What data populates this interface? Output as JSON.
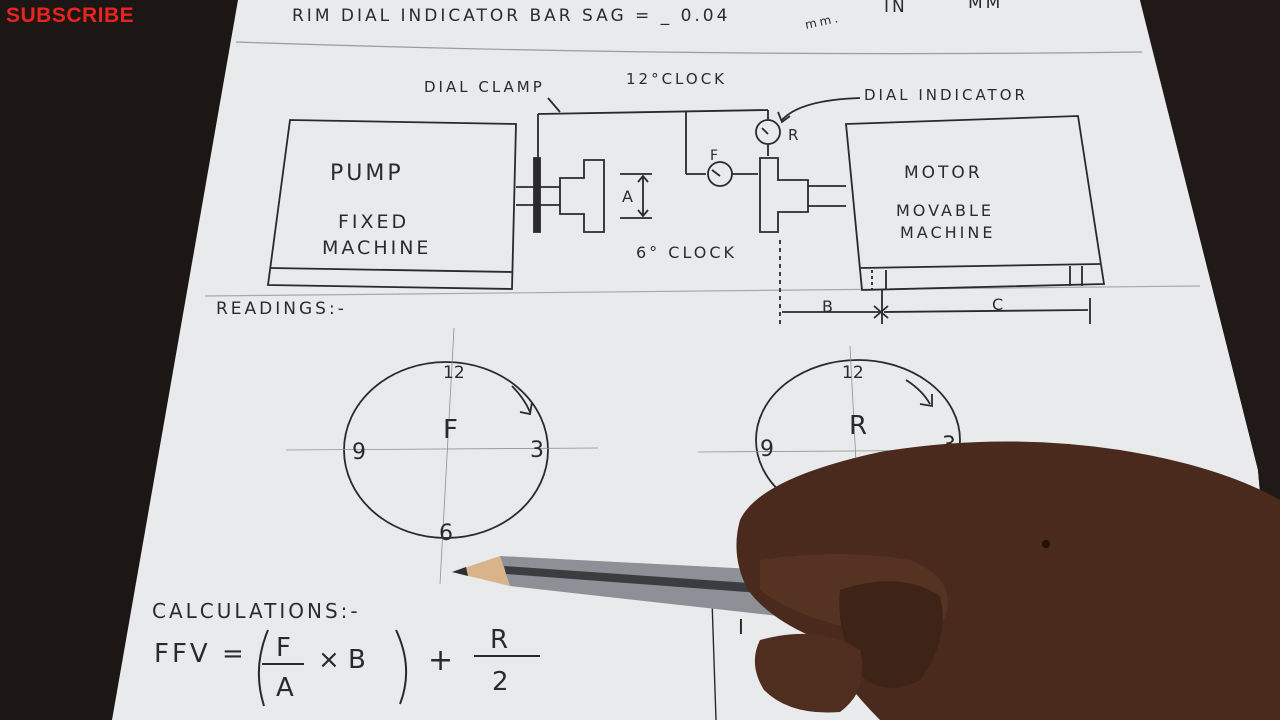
{
  "overlay": {
    "subscribe": "SUBSCRIBE"
  },
  "header": {
    "text": "RIM DIAL INDICATOR BAR SAG = _ 0.04",
    "unit": "mm.",
    "trailing_in": "IN",
    "trailing_mm": "MM"
  },
  "diagram": {
    "dial_clamp": "DIAL CLAMP",
    "twelve_oclock": "12°CLOCK",
    "dial_indicator": "DIAL INDICATOR",
    "pump": "PUMP",
    "fixed": "FIXED",
    "machine_left": "MACHINE",
    "motor": "MOTOR",
    "movable": "MOVABLE",
    "machine_right": "MACHINE",
    "dim_a": "A",
    "six_oclock": "6° CLOCK",
    "indicator_f": "F",
    "indicator_r": "R",
    "dim_b": "B",
    "dim_c": "C"
  },
  "readings": {
    "heading": "READINGS:-",
    "dial_f": {
      "label": "F",
      "top": "12",
      "left": "9",
      "right": "3",
      "bottom": "6"
    },
    "dial_r": {
      "label": "R",
      "top": "12",
      "left": "9",
      "right": "3"
    }
  },
  "calculations": {
    "heading": "CALCULATIONS:-",
    "lhs": "FFV =",
    "frac1_num": "F",
    "frac1_den": "A",
    "times": "× B",
    "plus": "+",
    "frac2_num": "R",
    "frac2_den": "2",
    "right_partial": "I"
  },
  "colors": {
    "paper": "#e9eaec",
    "ink": "#2a2a2e",
    "background": "#1c1614",
    "subscribe": "#e8241f",
    "skin": "#4a2a1c",
    "pencil": "#8d9096"
  }
}
